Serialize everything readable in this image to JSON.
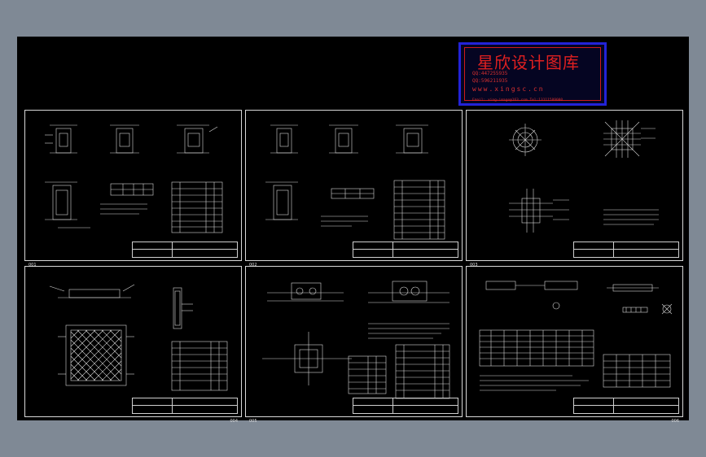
{
  "watermark": {
    "title": "星欣设计图库",
    "qq1": "QQ:447255935",
    "qq2": "QQ:596211935",
    "url": "www.xingsc.cn",
    "contact": "Email: xing-image@163.com  Tel:13111589000"
  },
  "sheets": [
    {
      "id": "sheet-1",
      "number": "001"
    },
    {
      "id": "sheet-2",
      "number": "002"
    },
    {
      "id": "sheet-3",
      "number": "003"
    },
    {
      "id": "sheet-4",
      "number": "004"
    },
    {
      "id": "sheet-5",
      "number": "005"
    },
    {
      "id": "sheet-6",
      "number": "006"
    }
  ],
  "colors": {
    "window_bg": "#7f8995",
    "canvas_bg": "#000000",
    "line": "#d8d8d8",
    "stamp_red": "#e12020",
    "stamp_blue": "#2323d8"
  }
}
